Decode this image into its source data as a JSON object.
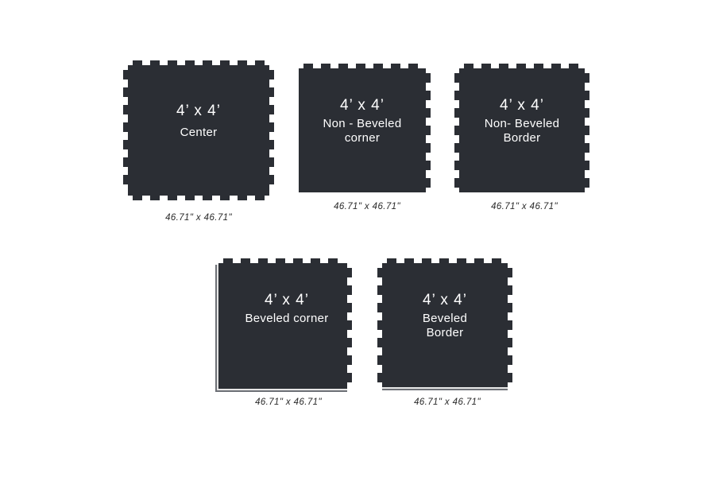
{
  "colors": {
    "tile": "#2b2e34",
    "bevel": "#6d7076",
    "bevel_light": "#e6e6e6",
    "background": "#ffffff"
  },
  "tiles": [
    {
      "id": "center",
      "size_label": "4’ x 4’",
      "name_lines": [
        "Center"
      ],
      "dimensions": "46.71\" x 46.71\"",
      "tabs": {
        "top": true,
        "right": true,
        "bottom": true,
        "left": true
      },
      "bevel": {
        "left": false,
        "bottom": false
      }
    },
    {
      "id": "non-beveled-corner",
      "size_label": "4’ x 4’",
      "name_lines": [
        "Non - Beveled",
        "corner"
      ],
      "dimensions": "46.71\" x 46.71\"",
      "tabs": {
        "top": true,
        "right": true,
        "bottom": false,
        "left": false
      },
      "bevel": {
        "left": false,
        "bottom": false
      }
    },
    {
      "id": "non-beveled-border",
      "size_label": "4’ x 4’",
      "name_lines": [
        "Non- Beveled",
        "Border"
      ],
      "dimensions": "46.71\" x 46.71\"",
      "tabs": {
        "top": true,
        "right": true,
        "bottom": false,
        "left": true
      },
      "bevel": {
        "left": false,
        "bottom": false
      }
    },
    {
      "id": "beveled-corner",
      "size_label": "4’ x 4’",
      "name_lines": [
        "Beveled corner"
      ],
      "dimensions": "46.71\" x 46.71\"",
      "tabs": {
        "top": true,
        "right": true,
        "bottom": false,
        "left": false
      },
      "bevel": {
        "left": true,
        "bottom": true
      }
    },
    {
      "id": "beveled-border",
      "size_label": "4’ x 4’",
      "name_lines": [
        "Beveled",
        "Border"
      ],
      "dimensions": "46.71\" x 46.71\"",
      "tabs": {
        "top": true,
        "right": true,
        "bottom": false,
        "left": true
      },
      "bevel": {
        "left": false,
        "bottom": true
      }
    }
  ]
}
